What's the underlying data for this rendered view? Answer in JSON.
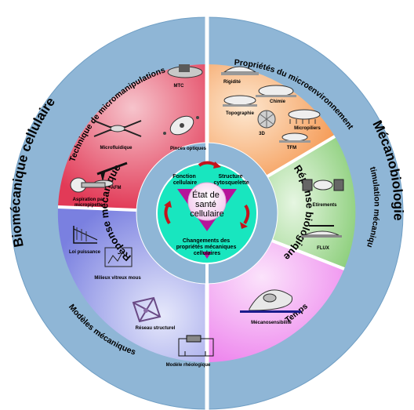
{
  "outer_ring": {
    "left": "Biomécanique cellulaire",
    "right": "Mécanobiologie"
  },
  "inner_ring": {
    "left": "Réponse mécanique",
    "right": "Réponse biologique"
  },
  "sectors": {
    "micromanipulation": {
      "title": "Technique de micromanipulations",
      "items": [
        "MTC",
        "Microfluidique",
        "Pinces optiques",
        "AFM",
        "Aspiration par",
        "micropipette"
      ]
    },
    "microenvironment": {
      "title": "Propriétés du microenvironnement",
      "items": [
        "Rigidité",
        "Chimie",
        "Topographie",
        "Micropiliers",
        "3D",
        "TFM"
      ]
    },
    "stimulation": {
      "title": "Stimulation mécanique",
      "items": [
        "Etirements",
        "FLUX"
      ]
    },
    "time": {
      "title": "Temps",
      "items": [
        "Mécanosensibilité"
      ]
    },
    "models": {
      "title": "Modèles mécaniques",
      "items": [
        "Loi puissance",
        "Milieux vitreux mous",
        "Réseau structurel",
        "Modèle rhéologique"
      ]
    }
  },
  "center": {
    "top_left": [
      "Fonction",
      "cellulaire"
    ],
    "top_right": [
      "Structure",
      "cytosquelette"
    ],
    "bottom": [
      "Changements des",
      "propriétés mécaniques",
      "cellulaires"
    ],
    "core": [
      "État de",
      "santé",
      "cellulaire"
    ]
  },
  "colors": {
    "outer_ring": "#8fb6d6",
    "inner_ring": "#8fb6d6",
    "divider": "#ffffff",
    "micromanipulation": "#e23a57",
    "microenvironment": "#f59a55",
    "stimulation": "#8fd07e",
    "time": "#ee88ee",
    "models": "#8288e6",
    "center_fill": "#18e6bf",
    "triangle": "#b6149a",
    "arrows": "#c4141c"
  }
}
